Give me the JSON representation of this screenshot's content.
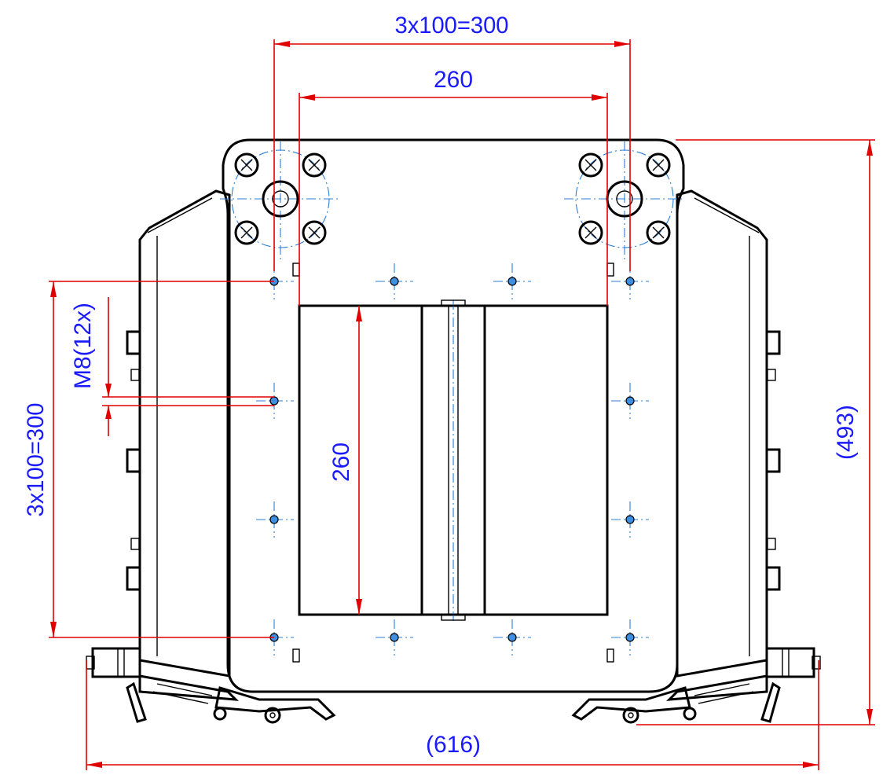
{
  "dimensions": {
    "top_pitch": "3x100=300",
    "top_inner": "260",
    "left_pitch": "3x100=300",
    "thread": "M8(12x)",
    "inner_height": "260",
    "right_height": "(493)",
    "bottom_width": "(616)"
  },
  "colors": {
    "dimension_text": "#1a1aff",
    "dimension_line": "#e00000",
    "centerline": "#2a7fd6",
    "outline": "#000000"
  }
}
